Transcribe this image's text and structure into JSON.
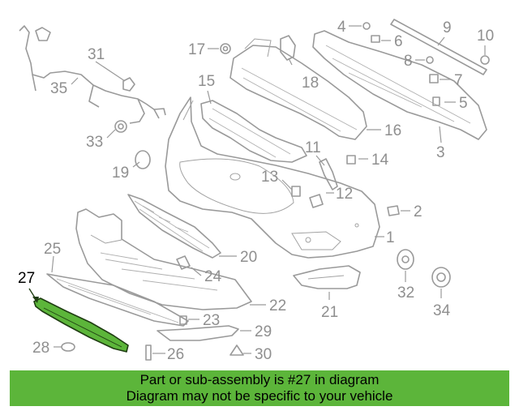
{
  "callouts": {
    "c1": "1",
    "c2": "2",
    "c3": "3",
    "c4": "4",
    "c5": "5",
    "c6": "6",
    "c7": "7",
    "c8": "8",
    "c9": "9",
    "c10": "10",
    "c11": "11",
    "c12": "12",
    "c13": "13",
    "c14": "14",
    "c15": "15",
    "c16": "16",
    "c17": "17",
    "c18": "18",
    "c19": "19",
    "c20": "20",
    "c21": "21",
    "c22": "22",
    "c23": "23",
    "c24": "24",
    "c25": "25",
    "c26": "26",
    "c27": "27",
    "c28": "28",
    "c29": "29",
    "c30": "30",
    "c31": "31",
    "c32": "32",
    "c33": "33",
    "c34": "34",
    "c35": "35"
  },
  "highlight": {
    "part_number": "27",
    "color": "#5cb53a"
  },
  "banner": {
    "line1": "Part or sub-assembly is #27 in diagram",
    "line2": "Diagram may not be specific to your vehicle",
    "background": "#5cb53a"
  }
}
